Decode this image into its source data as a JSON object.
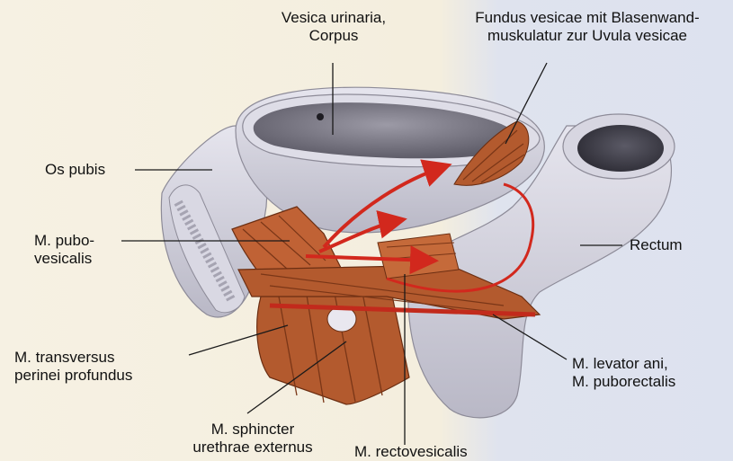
{
  "labels": {
    "vesica": [
      "Vesica urinaria,",
      "Corpus"
    ],
    "fundus": [
      "Fundus vesicae mit Blasenwand-",
      "muskulatur zur Uvula vesicae"
    ],
    "os_pubis": "Os pubis",
    "pubovesicalis": [
      "M. pubo-",
      "vesicalis"
    ],
    "rectum": "Rectum",
    "transversus": [
      "M. transversus",
      "perinei profundus"
    ],
    "levator": [
      "M. levator ani,",
      "M. puborectalis"
    ],
    "sphincter": [
      "M. sphincter",
      "urethrae externus"
    ],
    "rectovesicalis": "M. rectovesicalis"
  },
  "colors": {
    "background": "#f4eede",
    "organ": "#c9c9d6",
    "organ_inner": "#8d8b97",
    "muscle": "#b35a2e",
    "arrow": "#d2281d",
    "bone": "#dcdbe6"
  }
}
